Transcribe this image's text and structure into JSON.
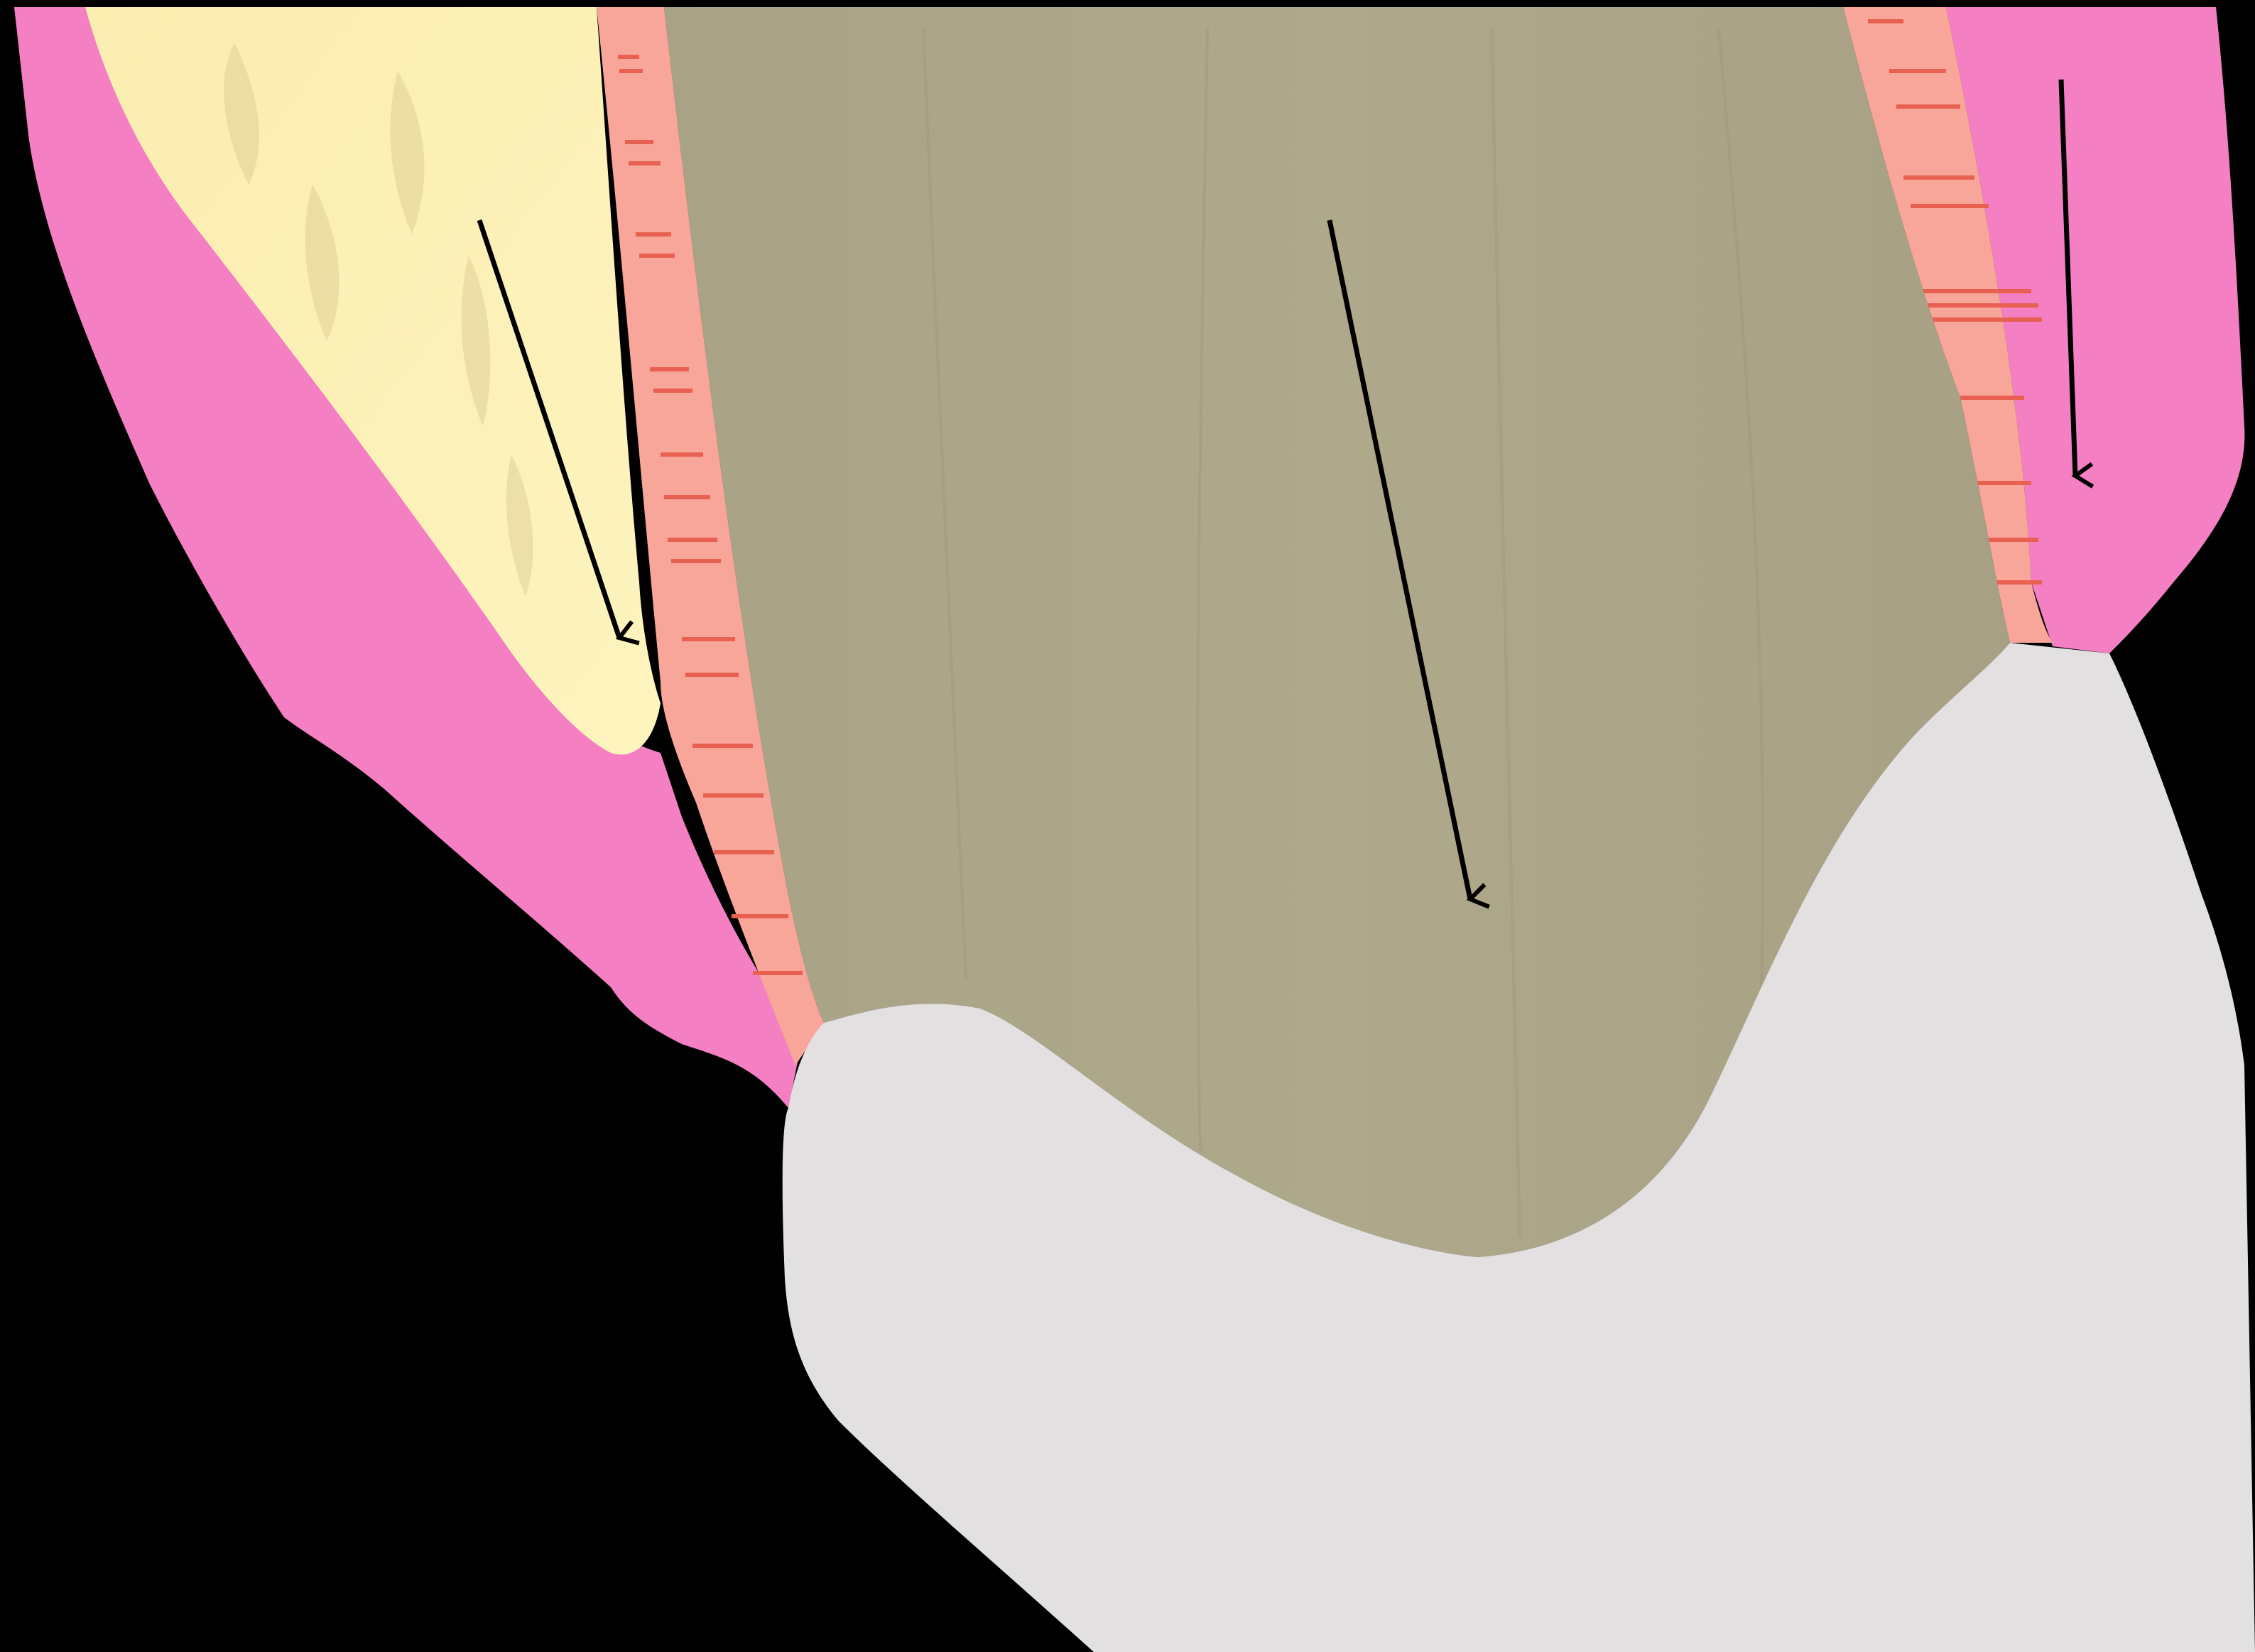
{
  "diagram": {
    "type": "anatomical-illustration",
    "subject": "tooth-root-in-socket-cross-section",
    "colors": {
      "background": "#000000",
      "gingiva": "#F47FC3",
      "bone": "#FBF1B4",
      "bone_shadow": "#D9C891",
      "periodontal_ligament": "#F9A69A",
      "ligament_fibers": "#E8604F",
      "root": "#ABA587",
      "root_shade": "#9E9779",
      "crown": "#E2E0E0",
      "arrow": "#000000"
    },
    "regions": [
      {
        "id": "gingiva-left",
        "color_key": "gingiva"
      },
      {
        "id": "bone",
        "color_key": "bone"
      },
      {
        "id": "ligament-left",
        "color_key": "periodontal_ligament"
      },
      {
        "id": "root",
        "color_key": "root"
      },
      {
        "id": "ligament-right",
        "color_key": "periodontal_ligament"
      },
      {
        "id": "gingiva-right",
        "color_key": "gingiva"
      },
      {
        "id": "crown",
        "color_key": "crown"
      }
    ],
    "arrows": [
      {
        "id": "arrow-bone",
        "points_to": "bone"
      },
      {
        "id": "arrow-root",
        "points_to": "root"
      },
      {
        "id": "arrow-gingiva",
        "points_to": "gingiva-right"
      }
    ]
  }
}
